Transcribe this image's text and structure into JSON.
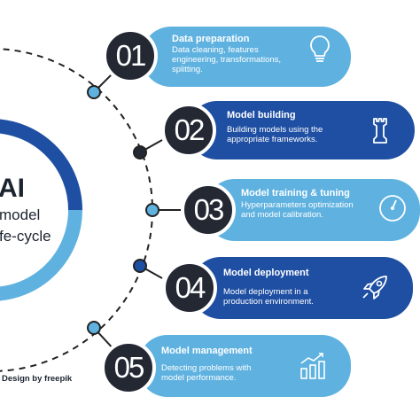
{
  "center": {
    "line1": "AI",
    "line2": "model",
    "line3": "fe-cycle"
  },
  "credit": "Design by freepik",
  "steps": [
    {
      "number": "01",
      "title": "Data preparation",
      "description": "Data cleaning, features engineering, transformations, splitting.",
      "icon": "lightbulb-icon"
    },
    {
      "number": "02",
      "title": "Model building",
      "description": "Building models using the appropriate frameworks.",
      "icon": "chess-rook-icon"
    },
    {
      "number": "03",
      "title": "Model training & tuning",
      "description": "Hyperparameters optimization and model calibration.",
      "icon": "gauge-icon"
    },
    {
      "number": "04",
      "title": "Model deployment",
      "description": "Model deployment in a production environment.",
      "icon": "rocket-icon"
    },
    {
      "number": "05",
      "title": "Model management",
      "description": "Detecting problems with model performance.",
      "icon": "growth-chart-icon"
    }
  ],
  "colors": {
    "light_blue": "#5fb2e0",
    "dark_blue": "#1f4fa3",
    "number_circle": "#232833"
  }
}
